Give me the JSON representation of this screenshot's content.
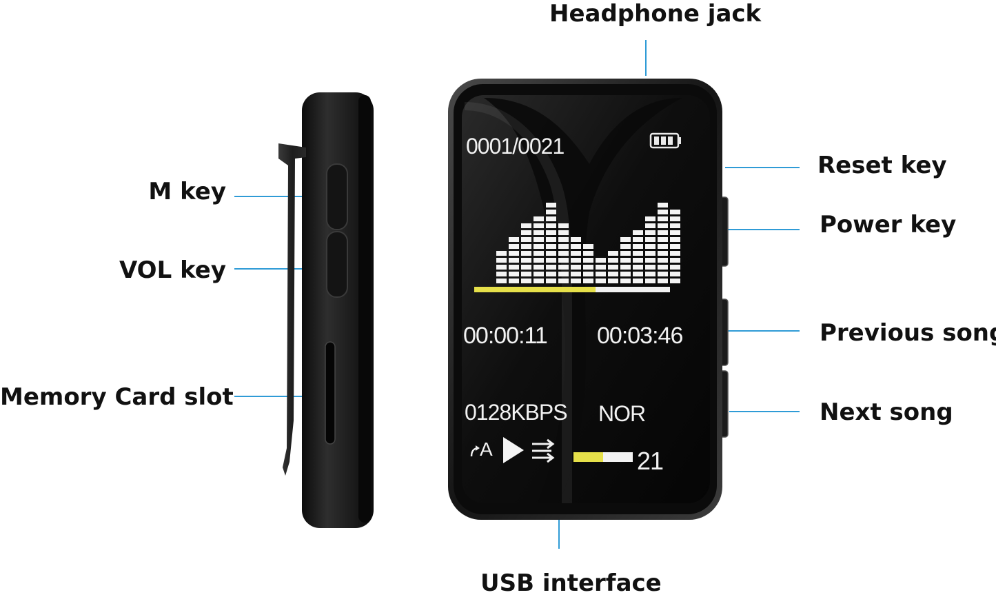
{
  "labels": {
    "headphone_jack": "Headphone jack",
    "reset_key": "Reset key",
    "power_key": "Power key",
    "previous_song": "Previous song",
    "next_song": "Next song",
    "usb_interface": "USB interface",
    "m_key": "M key",
    "vol_key": "VOL key",
    "memory_card_slot": "Memory Card slot"
  },
  "screen": {
    "track_counter": "0001/0021",
    "elapsed_time": "00:00:11",
    "total_time": "00:03:46",
    "bitrate": "0128KBPS",
    "eq_mode": "NOR",
    "repeat_mode": "A",
    "volume_value": "21",
    "progress_fraction": 0.62,
    "volume_fraction": 0.5
  },
  "icons": {
    "battery": "battery-icon",
    "repeat": "repeat-icon",
    "play": "play-icon",
    "shuffle": "shuffle-icon"
  },
  "colors": {
    "leader_line": "#2f9bd6",
    "progress_fill": "#e6e04a",
    "device_body": "#1a1a1a"
  }
}
